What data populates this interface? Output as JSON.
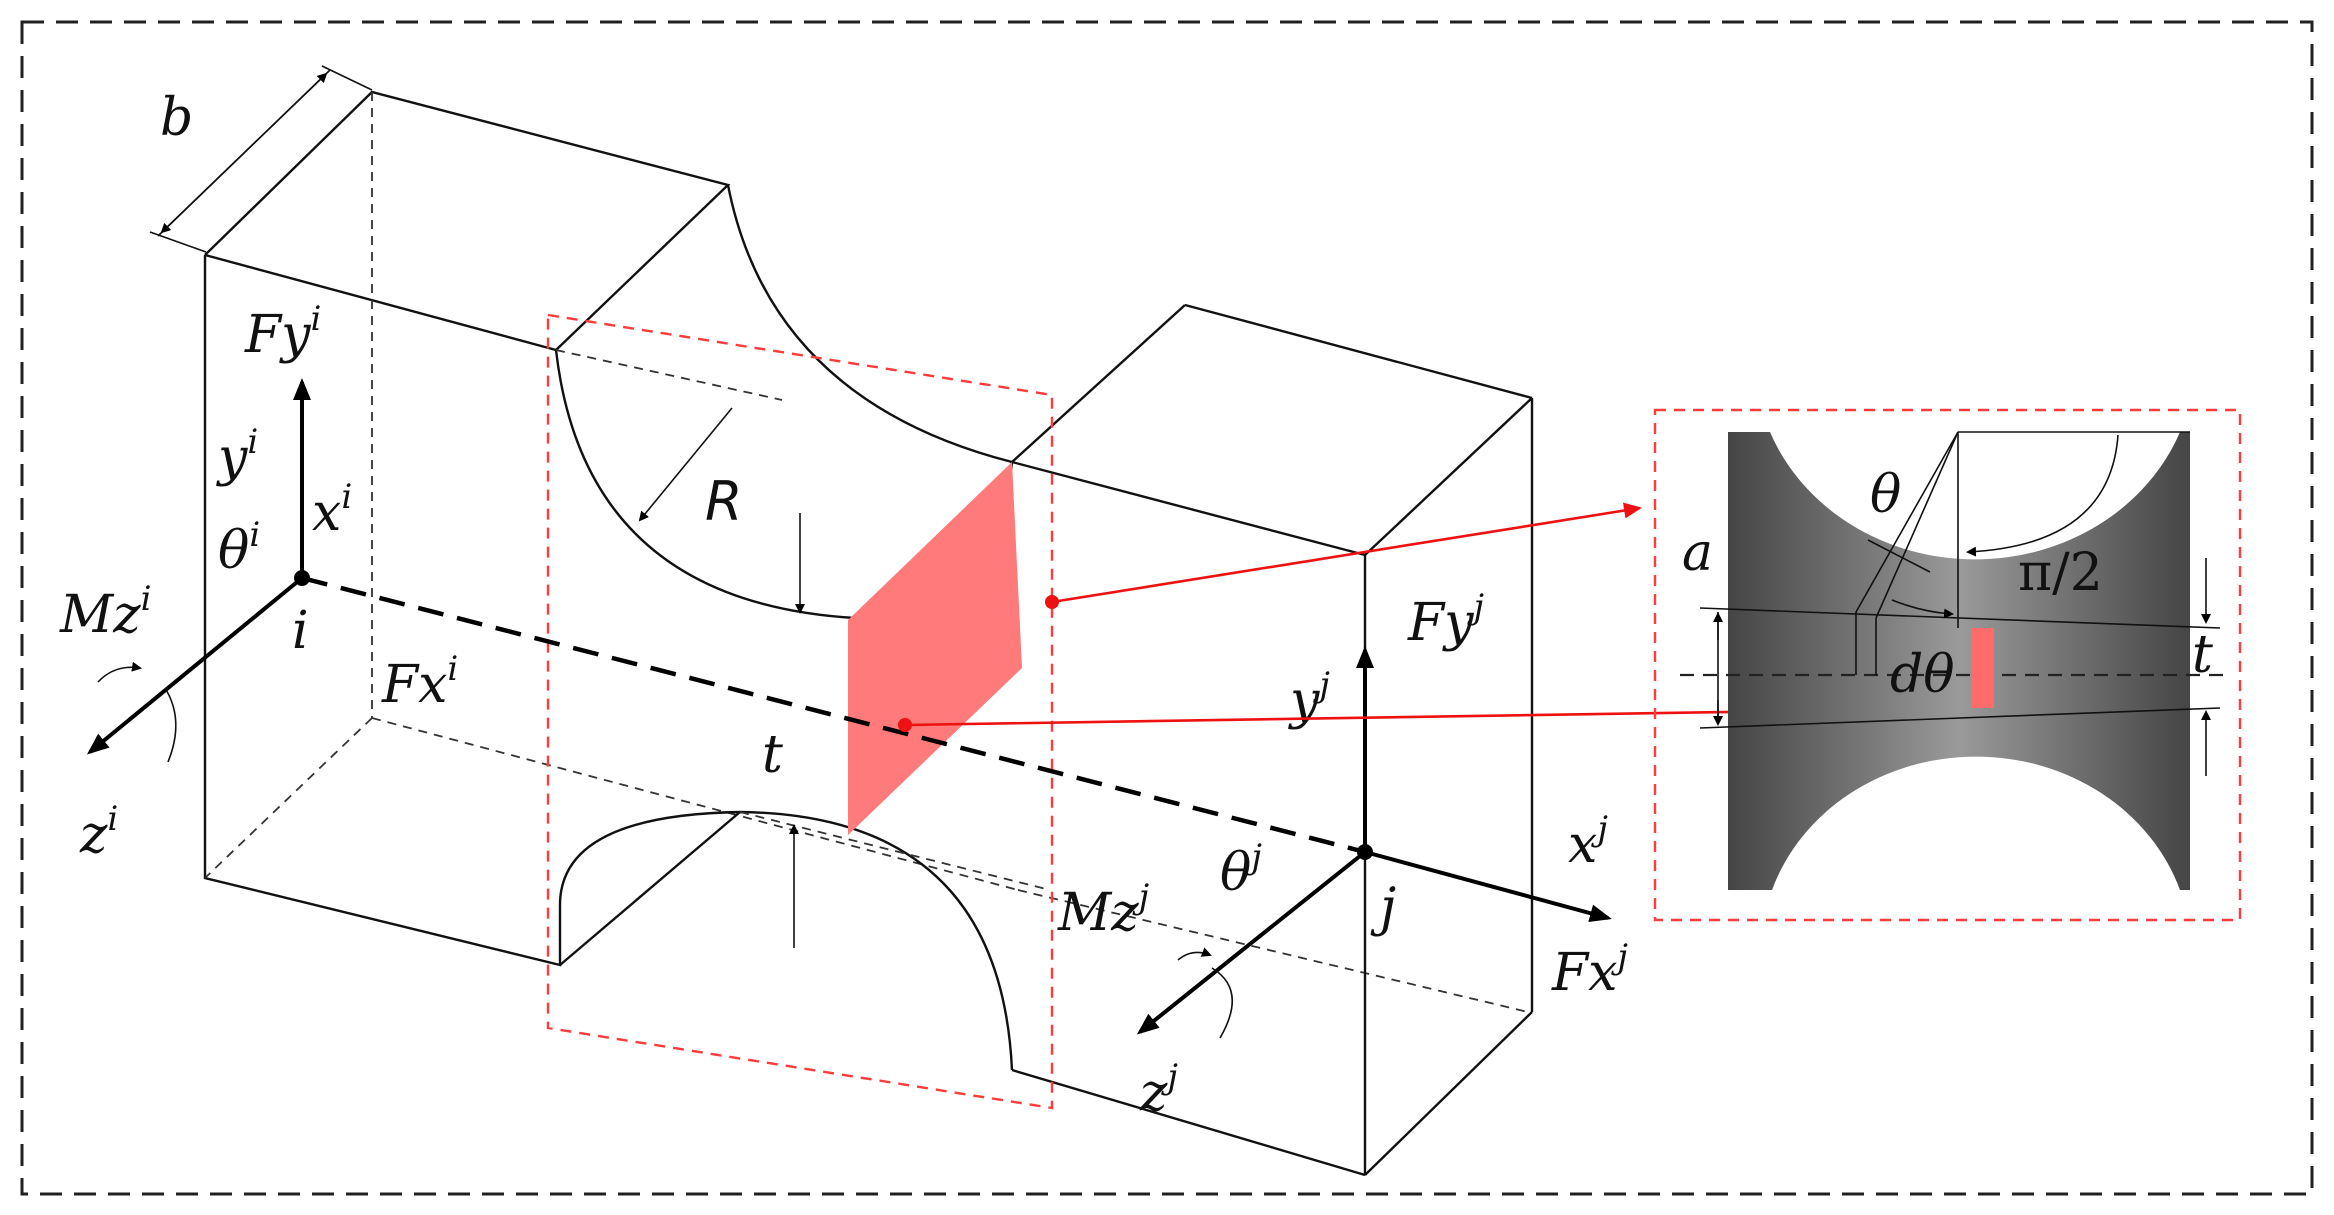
{
  "labels": {
    "b": "b",
    "R": "R",
    "t": "t",
    "a": "a",
    "theta": "θ",
    "half_pi": "π/2",
    "d": "d",
    "i": "i",
    "j": "j",
    "Fy": "Fy",
    "Fx": "Fx",
    "Mz": "Mz",
    "y": "y",
    "x": "x",
    "z": "z"
  },
  "colors": {
    "highlight": "#ff7b7b",
    "connector": "#ee1111",
    "frame_dash": "#222222",
    "detail_gray": "#6e6e6e"
  }
}
